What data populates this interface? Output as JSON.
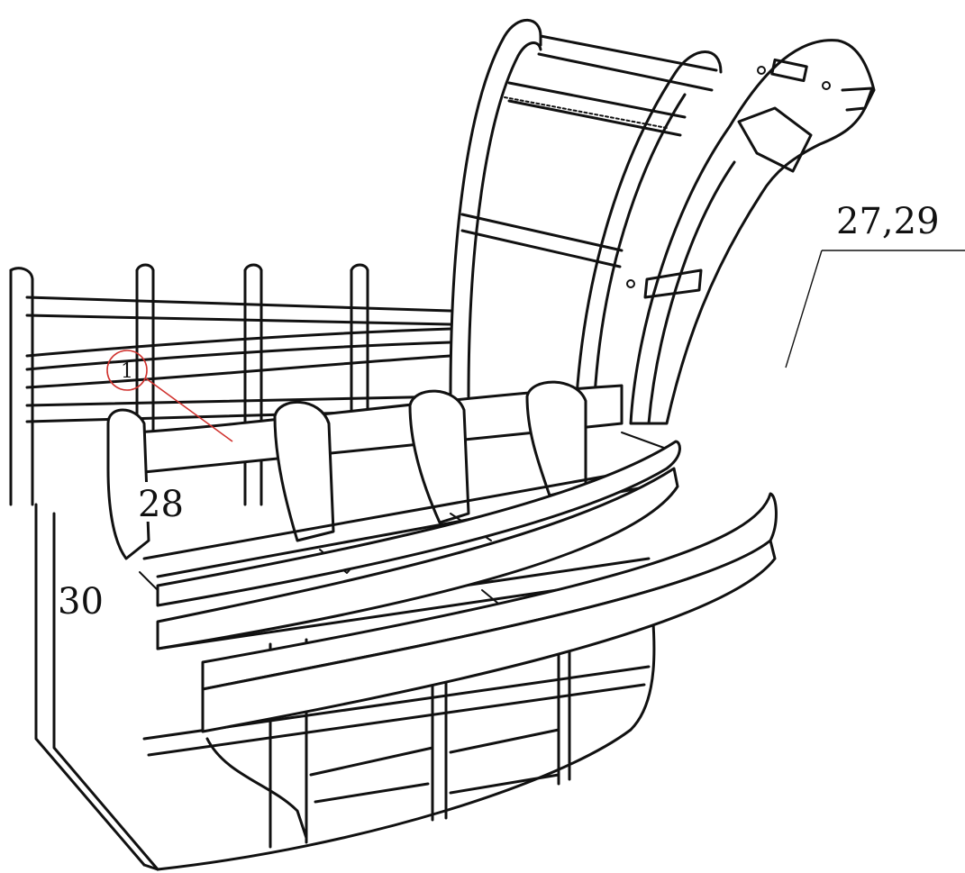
{
  "diagram": {
    "callouts": {
      "c1": "1",
      "c28": "28",
      "c30": "30",
      "c2729": "27,29"
    },
    "colors": {
      "ink": "#111111",
      "leader_red": "#d0312d",
      "background": "#ffffff"
    }
  }
}
